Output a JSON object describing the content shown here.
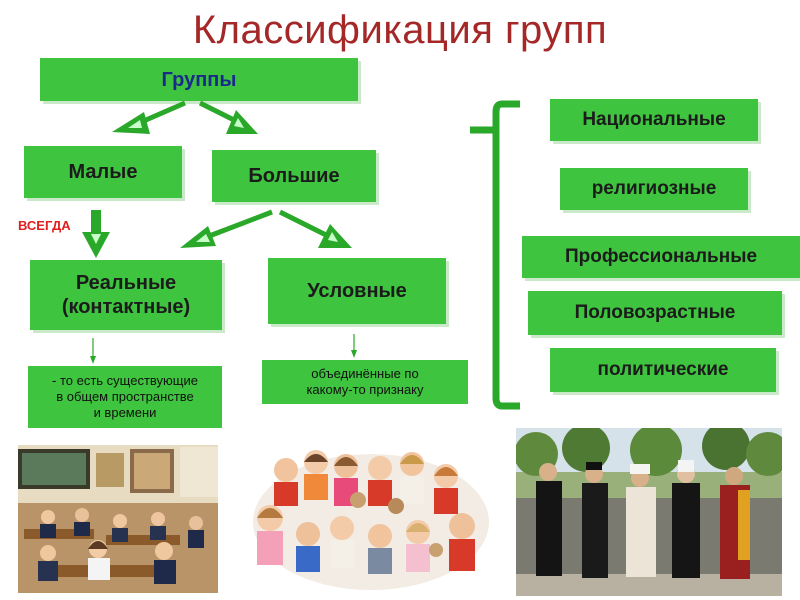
{
  "title": "Классификация групп",
  "tree": {
    "root": "Группы",
    "small": "Малые",
    "large": "Большие",
    "always_label": "ВСЕГДА",
    "real": "Реальные\n(контактные)",
    "conditional": "Условные",
    "real_note": "- то есть существующие\nв общем пространстве\nи времени",
    "conditional_note": "объединённые по\nкакому-то признаку"
  },
  "types": [
    "Национальные",
    "религиозные",
    "Профессиональные",
    "Половозрастные",
    "политические"
  ],
  "colors": {
    "box": "#3ec43e",
    "title": "#a52828",
    "arrow": "#2aa82a",
    "always": "#e02020"
  }
}
